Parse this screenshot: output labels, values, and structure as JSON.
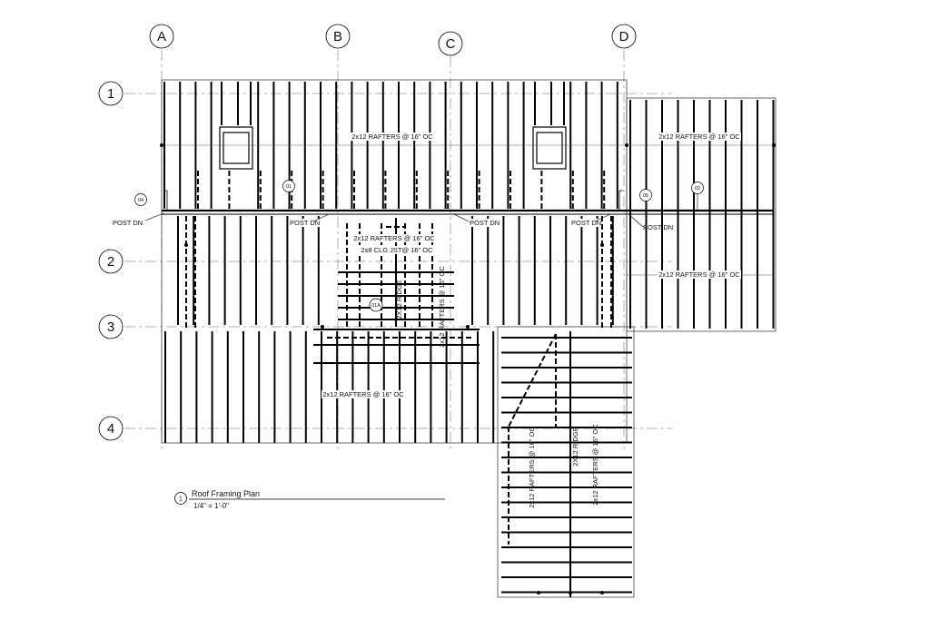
{
  "grid": {
    "columns": [
      "A",
      "B",
      "C",
      "D"
    ],
    "rows": [
      "1",
      "2",
      "3",
      "4"
    ]
  },
  "labels": {
    "rafters_16": "2x12 RAFTERS @ 16\" OC",
    "ceiling_joist": "2x8 CLG JST@ 16\" OC",
    "ridge": "2X12 RIDGE",
    "post_down": "POST DN"
  },
  "tags": {
    "t01": "01",
    "t01a": "01A",
    "t02": "02",
    "t04": "04",
    "t05": "05"
  },
  "title_block": {
    "number": "1",
    "title": "Roof Framing Plan",
    "scale": "1/4\" = 1'-0\""
  }
}
